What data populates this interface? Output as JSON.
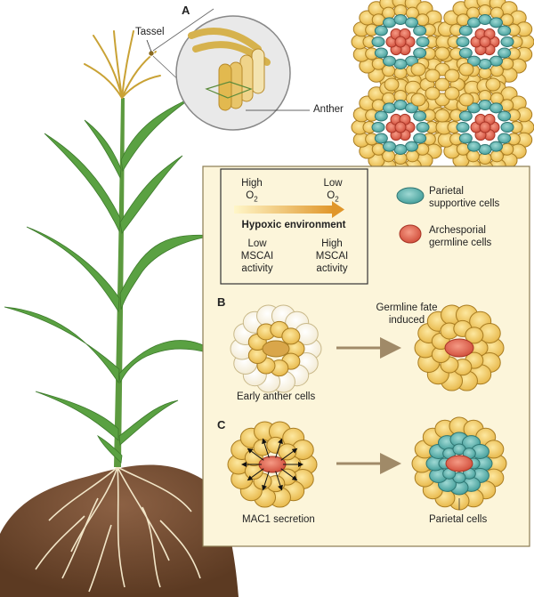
{
  "panels": {
    "a": "A",
    "b": "B",
    "c": "C"
  },
  "labels": {
    "tassel": "Tassel",
    "anther": "Anther",
    "parietal_legend": "Parietal supportive cells",
    "archesporial_legend": "Archesporial germline cells",
    "early_anther": "Early anther cells",
    "germline_induced": "Germline fate induced",
    "mac1": "MAC1 secretion",
    "parietal_cells": "Parietal cells"
  },
  "oxygen": {
    "high_label": "High",
    "low_label": "Low",
    "o2_base": "O",
    "o2_sub": "2",
    "environment": "Hypoxic environment",
    "left_activity": "Low MSCAI activity",
    "right_activity": "High MSCAI activity"
  },
  "colors": {
    "cell_yellow": "#f1c75c",
    "cell_outline": "#b9892a",
    "parietal_teal": "#5fb4b0",
    "germline_red": "#e0614e",
    "box_bg": "#fcf5da",
    "leaf_green": "#4f9a3a",
    "soil_brown": "#7a5236"
  }
}
